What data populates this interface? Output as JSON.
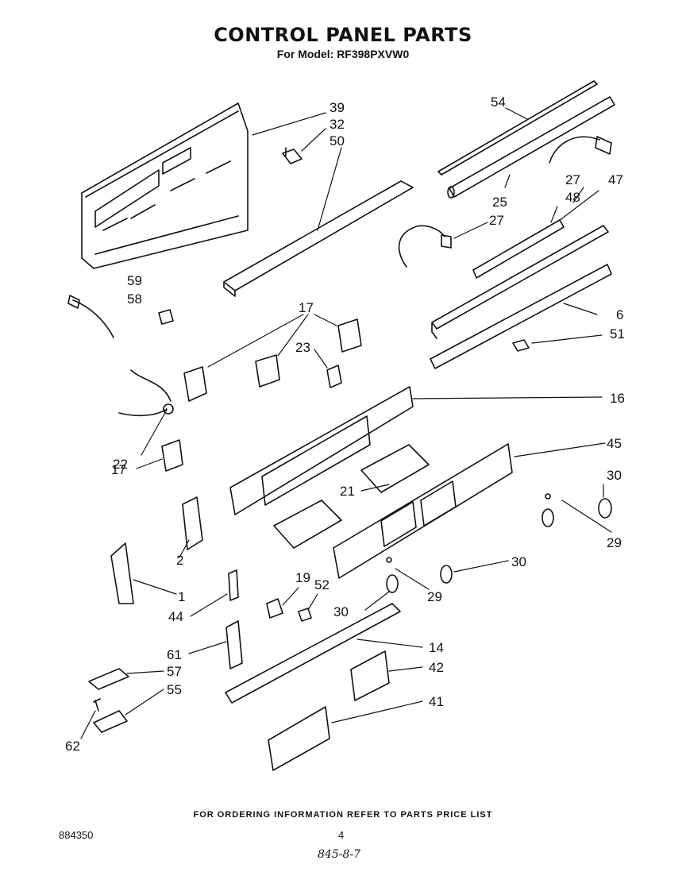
{
  "title": "CONTROL PANEL PARTS",
  "subtitle": "For Model: RF398PXVW0",
  "part_numbers": {
    "p1": "1",
    "p2": "2",
    "p6": "6",
    "p14": "14",
    "p16": "16",
    "p17a": "17",
    "p17b": "17",
    "p19": "19",
    "p21": "21",
    "p22": "22",
    "p23": "23",
    "p25": "25",
    "p27a": "27",
    "p27b": "27",
    "p29a": "29",
    "p29b": "29",
    "p30a": "30",
    "p30b": "30",
    "p30c": "30",
    "p32": "32",
    "p39": "39",
    "p41": "41",
    "p42": "42",
    "p44": "44",
    "p45": "45",
    "p47": "47",
    "p48": "48",
    "p50": "50",
    "p51": "51",
    "p52": "52",
    "p54": "54",
    "p55": "55",
    "p57": "57",
    "p58": "58",
    "p59": "59",
    "p61": "61",
    "p62": "62"
  },
  "footer": {
    "ordering_note": "FOR ORDERING INFORMATION REFER TO PARTS PRICE LIST",
    "document_number": "884350",
    "page_number": "4",
    "handwritten": "845-8-7"
  }
}
